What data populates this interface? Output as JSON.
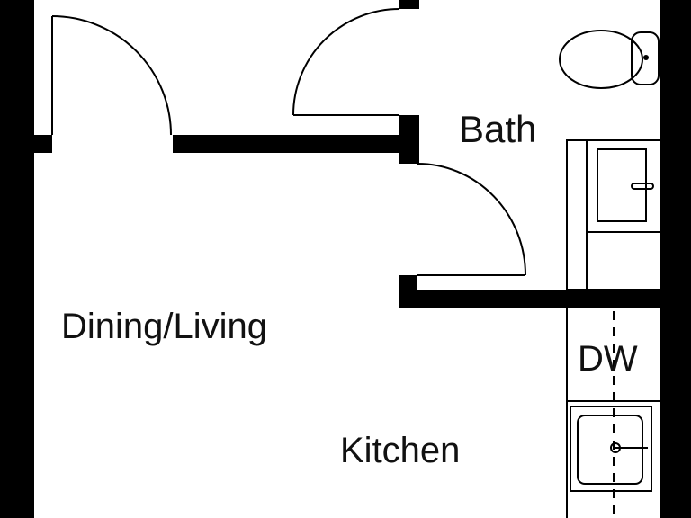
{
  "rooms": {
    "bath": "Bath",
    "dining_living": "Dining/Living",
    "kitchen": "Kitchen",
    "dishwasher": "DW"
  },
  "colors": {
    "wall": "#000000",
    "background": "#ffffff",
    "text": "#111111"
  },
  "fixtures": [
    "door-swing",
    "toilet",
    "bath-sink",
    "kitchen-sink",
    "counter-line"
  ]
}
